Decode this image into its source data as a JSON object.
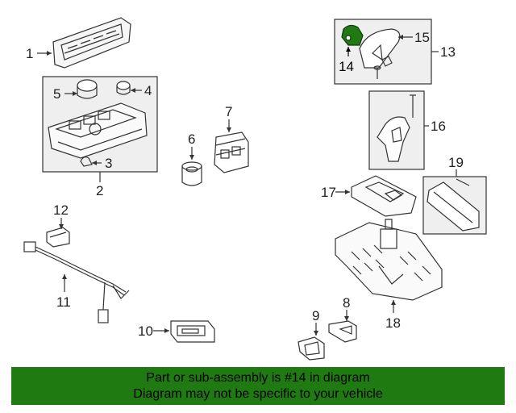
{
  "callouts": {
    "c1": "1",
    "c2": "2",
    "c3": "3",
    "c4": "4",
    "c5": "5",
    "c6": "6",
    "c7": "7",
    "c8": "8",
    "c9": "9",
    "c10": "10",
    "c11": "11",
    "c12": "12",
    "c13": "13",
    "c14": "14",
    "c15": "15",
    "c16": "16",
    "c17": "17",
    "c18": "18",
    "c19": "19"
  },
  "highlighted_part": "14",
  "colors": {
    "highlight": "#1f7a12",
    "line": "#333333",
    "box_fill": "#efefef"
  },
  "banner": {
    "line1": "Part or sub-assembly is #14 in diagram",
    "line2": "Diagram may not be specific to your vehicle"
  }
}
